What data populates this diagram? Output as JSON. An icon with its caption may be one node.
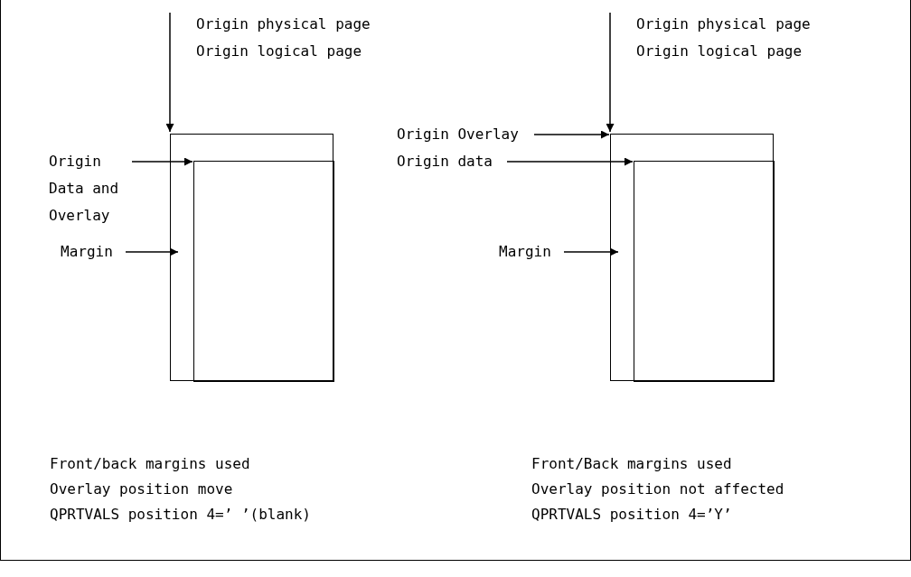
{
  "diagram": {
    "nodes": [
      {
        "text": [
          "Origin physical page",
          "Origin logical page"
        ]
      },
      {
        "text": [],
        "shape": "box"
      },
      {
        "text": [],
        "shape": "box",
        "in": 1
      },
      {
        "text": [
          "Origin Data and Overlay"
        ]
      },
      {
        "text": [
          "Margin"
        ]
      },
      {
        "text": [
          "Origin physical page",
          "Origin logical page"
        ]
      },
      {
        "text": [],
        "shape": "box"
      },
      {
        "text": [],
        "shape": "box",
        "in": 6
      },
      {
        "text": [
          "Origin Overlay"
        ]
      },
      {
        "text": [
          "Origin data"
        ]
      },
      {
        "text": [
          "Margin"
        ]
      }
    ],
    "edges": [
      {
        "from": 0,
        "to": 1,
        "arrow": "to"
      },
      {
        "from": 3,
        "to": 2,
        "arrow": "to"
      },
      {
        "from": 4,
        "to": 1,
        "arrow": "to"
      },
      {
        "from": 5,
        "to": 6,
        "arrow": "to"
      },
      {
        "from": 8,
        "to": 6,
        "arrow": "to"
      },
      {
        "from": 9,
        "to": 7,
        "arrow": "to"
      },
      {
        "from": 10,
        "to": 6,
        "arrow": "to"
      }
    ],
    "labels": [
      "Front/back margins used",
      "Front/Back margins used",
      "Overlay position move",
      "Overlay position not affected",
      "QPRTVALS position 4=’ ’(blank)",
      "QPRTVALS position 4=’Y’"
    ]
  }
}
